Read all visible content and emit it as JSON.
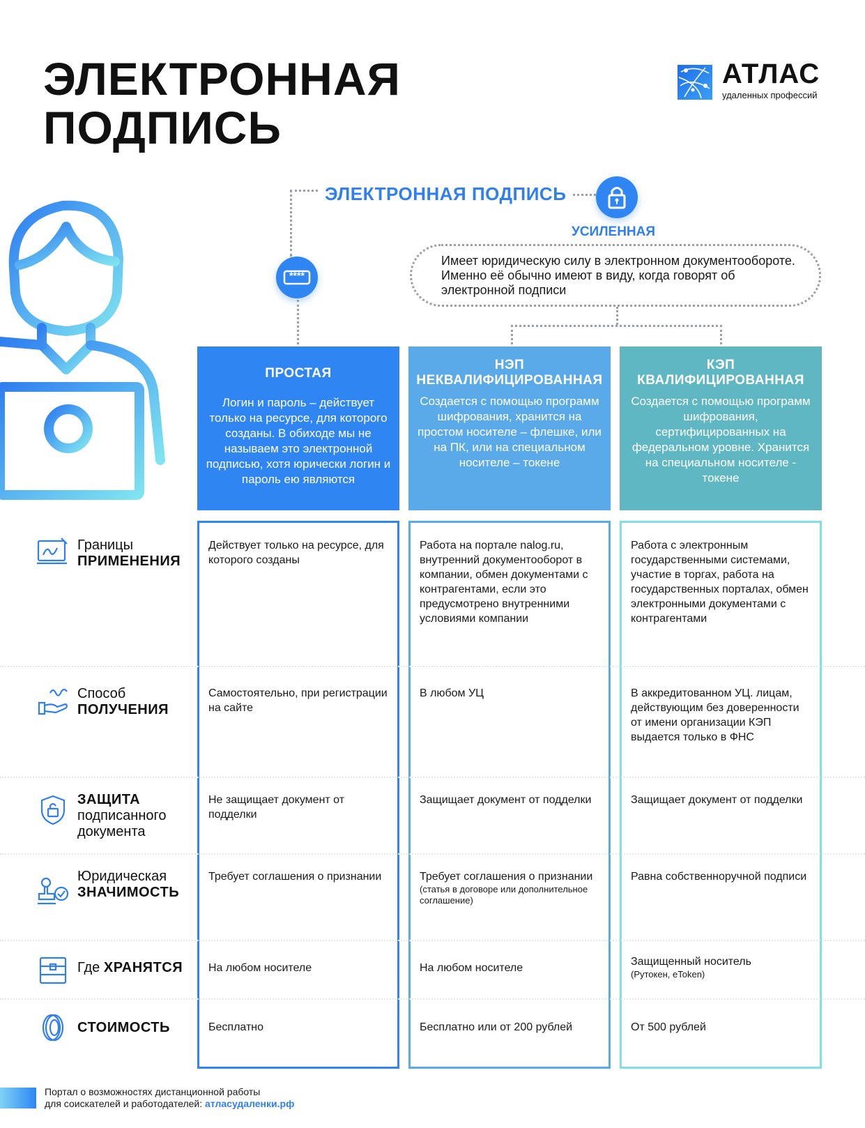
{
  "title": {
    "line1": "ЭЛЕКТРОННАЯ",
    "line2": "ПОДПИСЬ"
  },
  "logo": {
    "name": "АТЛАС",
    "subtitle": "удаленных профессий"
  },
  "diagram": {
    "root_title": "ЭЛЕКТРОННАЯ ПОДПИСЬ",
    "enhanced_label": "УСИЛЕННАЯ",
    "enhanced_desc": "Имеет юридическую силу в электронном документообороте. Именно её обычно имеют в виду, когда говорят об электронной подписи",
    "key_text": "****"
  },
  "columns": [
    {
      "title": "ПРОСТАЯ",
      "subtitle": "",
      "desc": "Логин и пароль – действует только на ресурсе, для которого созданы. В обиходе мы не называем это электронной подписью, хотя юрически логин и пароль ею являются",
      "color": "#2f86f2"
    },
    {
      "title": "НЭП",
      "subtitle": "НЕКВАЛИФИЦИРОВАННАЯ",
      "desc": "Создается с помощью программ шифрования, хранится на простом носителе – флешке, или на ПК, или на специальном носителе – токене",
      "color": "#5aaae9"
    },
    {
      "title": "КЭП",
      "subtitle": "КВАЛИФИЦИРОВАННАЯ",
      "desc": "Создается с помощью программ шифрования, сертифицированных на федеральном уровне. Хранится на специальном носителе - токене",
      "color": "#5fb7c4"
    }
  ],
  "rows": [
    {
      "label_1": "Границы",
      "label_2": "ПРИМЕНЕНИЯ",
      "label_3": "",
      "cells": [
        {
          "text": "Действует только на ресурсе, для которого созданы",
          "note": ""
        },
        {
          "text": "Работа на портале nalog.ru, внутренний документооборот в компании, обмен документами с контрагентами, если это предусмотрено внутренними условиями компании",
          "note": ""
        },
        {
          "text": "Работа с электронным государственными системами, участие в торгах, работа на государственных порталах, обмен электронными документами с контрагентами",
          "note": ""
        }
      ]
    },
    {
      "label_1": "Способ",
      "label_2": "ПОЛУЧЕНИЯ",
      "label_3": "",
      "cells": [
        {
          "text": "Самостоятельно, при регистрации на сайте",
          "note": ""
        },
        {
          "text": "В любом УЦ",
          "note": ""
        },
        {
          "text": "В аккредитованном УЦ. лицам, действующим без доверенности от имени организации КЭП выдается только в ФНС",
          "note": ""
        }
      ]
    },
    {
      "label_1": "ЗАЩИТА",
      "label_2": "подписанного",
      "label_3": "документа",
      "cells": [
        {
          "text": "Не защищает документ от подделки",
          "note": ""
        },
        {
          "text": "Защищает документ от подделки",
          "note": ""
        },
        {
          "text": "Защищает документ от подделки",
          "note": ""
        }
      ]
    },
    {
      "label_1": "Юридическая",
      "label_2": "ЗНАЧИМОСТЬ",
      "label_3": "",
      "cells": [
        {
          "text": "Требует соглашения о признании",
          "note": ""
        },
        {
          "text": "Требует соглашения о признании",
          "note": "(статья в договоре или дополнительное соглашение)"
        },
        {
          "text": "Равна собственноручной подписи",
          "note": ""
        }
      ]
    },
    {
      "label_1": "Где",
      "label_2": "ХРАНЯТСЯ",
      "label_3": "",
      "cells": [
        {
          "text": "На любом носителе",
          "note": ""
        },
        {
          "text": "На любом носителе",
          "note": ""
        },
        {
          "text": "Защищенный носитель",
          "note": "(Рутокен, eToken)"
        }
      ]
    },
    {
      "label_1": "",
      "label_2": "СТОИМОСТЬ",
      "label_3": "",
      "cells": [
        {
          "text": "Бесплатно",
          "note": ""
        },
        {
          "text": "Бесплатно или от 200 рублей",
          "note": ""
        },
        {
          "text": "От 500 рублей",
          "note": ""
        }
      ]
    }
  ],
  "footer": {
    "line1": "Портал о возможностях дистанционной работы",
    "line2": "для соискателей и работодателей:",
    "link": "атласудаленки.рф"
  }
}
